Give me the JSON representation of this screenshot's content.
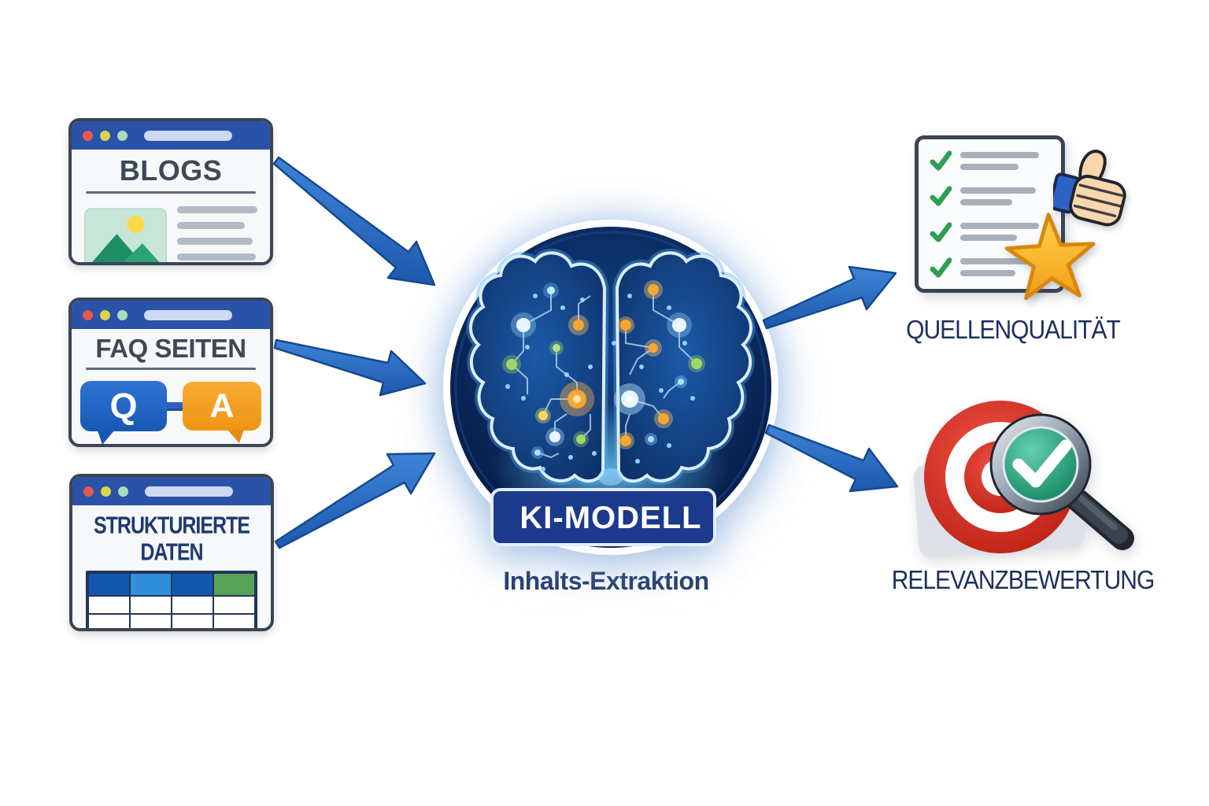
{
  "sources": [
    {
      "id": "blogs",
      "title": "BLOGS"
    },
    {
      "id": "faq",
      "title": "FAQ SEITEN",
      "bubbles": {
        "q": "Q",
        "a": "A"
      }
    },
    {
      "id": "structured",
      "title": "STRUKTURIERTE DATEN"
    }
  ],
  "model": {
    "badge": "KI-MODELL",
    "caption": "Inhalts-Extraktion"
  },
  "outputs": [
    {
      "id": "quality",
      "label": "QUELLENQUALITÄT"
    },
    {
      "id": "relevance",
      "label": "RELEVANZBEWERTUNG"
    }
  ],
  "icons": {
    "window_dots": [
      "red",
      "yellow",
      "green"
    ],
    "blogs_card": "image-placeholder with sun and mountains, 5 text lines",
    "faq_card": "Q and A speech bubbles connected by a bar",
    "structured_card": "4x4 data table with colored header row",
    "model": "circuit-board brain inside dark blue circle",
    "quality": "checklist with 4 green checkmarks, thumbs-up, gold star",
    "relevance": "red target with magnifying glass showing green checkmark"
  },
  "colors": {
    "arrow_blue": "#2268c4",
    "titlebar_blue": "#2a52a8",
    "badge_navy": "#1c3a8c",
    "heading_gray": "#3f4856",
    "heading_navy": "#1d3a72",
    "label_navy": "#1e3060",
    "check_green": "#2e9e4f",
    "star_gold": "#f6a623",
    "target_red": "#d7352b",
    "lens_teal": "#2a9d77",
    "qa_blue": "#1d62c4",
    "qa_orange": "#f49c22",
    "table_header": [
      "#1457ae",
      "#2f8fd8",
      "#1457ae",
      "#57a254"
    ]
  }
}
